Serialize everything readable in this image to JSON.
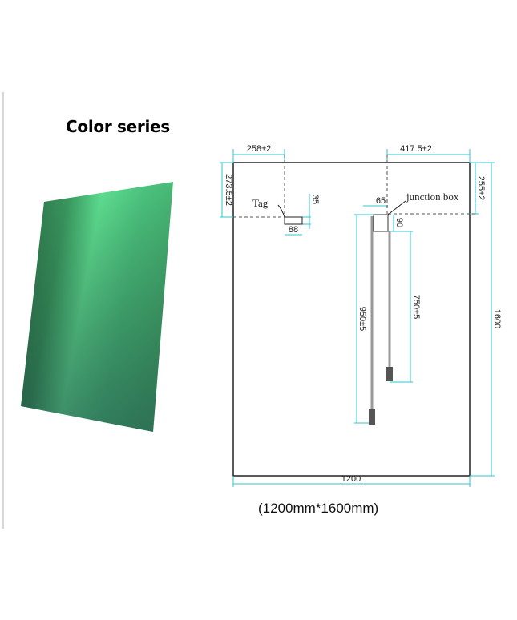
{
  "title": "Color series",
  "caption": "(1200mm*1600mm)",
  "panel_colors": {
    "dark": "#2f6e48",
    "light": "#62e89a"
  },
  "dimension_color": "#2fc6cc",
  "drawing": {
    "tag_label": "Tag",
    "junction_box_label": "junction box",
    "dims": {
      "tag_x": "258±2",
      "tag_y": "273.5±2",
      "tag_h": "35",
      "tag_w": "88",
      "jb_x": "417.5±2",
      "jb_y": "255±2",
      "jb_w": "65",
      "jb_h": "90",
      "cable_long": "950±5",
      "cable_short": "750±5",
      "height": "1600",
      "width": "1200"
    }
  }
}
